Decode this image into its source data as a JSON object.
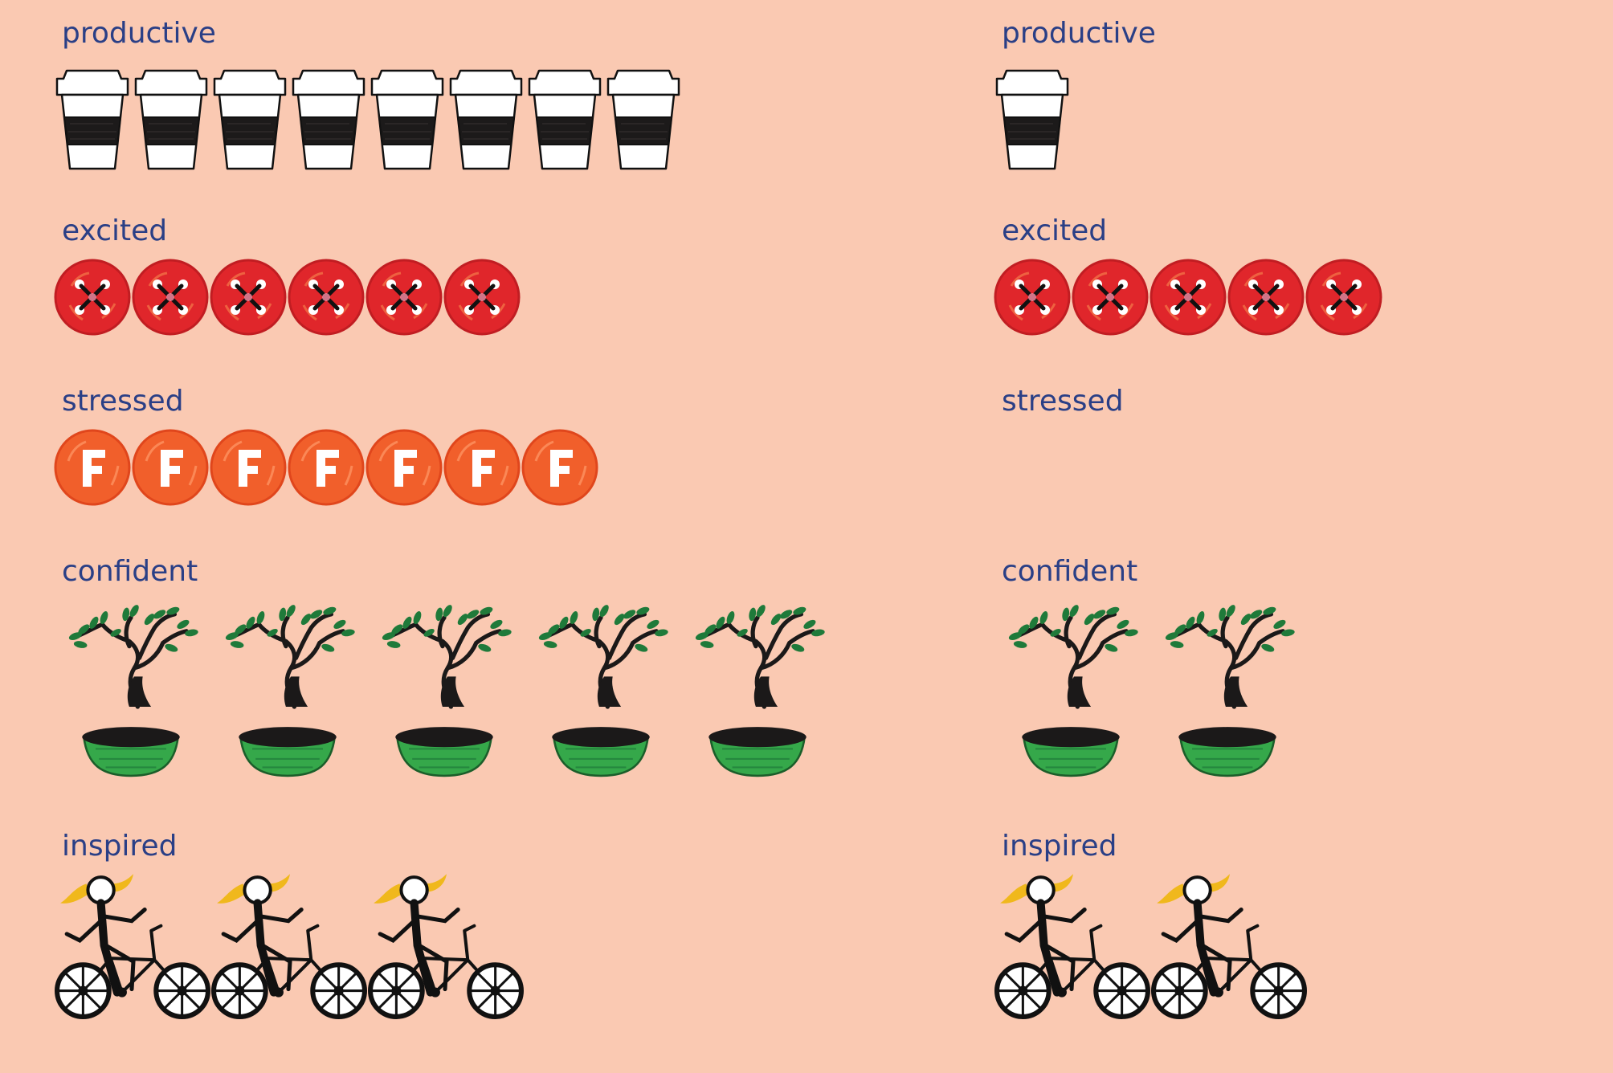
{
  "chart_data": {
    "type": "pictogram",
    "categories": [
      "productive",
      "excited",
      "stressed",
      "confident",
      "inspired"
    ],
    "panels": [
      {
        "values": [
          8,
          6,
          7,
          5,
          3
        ]
      },
      {
        "values": [
          1,
          5,
          0,
          2,
          2
        ]
      }
    ],
    "icons": {
      "productive": "coffee-cup-icon",
      "excited": "red-button-icon",
      "stressed": "f-grade-icon",
      "confident": "bonsai-icon",
      "inspired": "cyclist-icon"
    },
    "colors": {
      "background": "#fac9b2",
      "label": "#2a3f86",
      "button_red": "#e0262b",
      "grade_orange": "#f15f2b",
      "pot_green": "#35a84a",
      "leaf_green": "#1f7a3a",
      "hair_yellow": "#f0b81c"
    }
  }
}
